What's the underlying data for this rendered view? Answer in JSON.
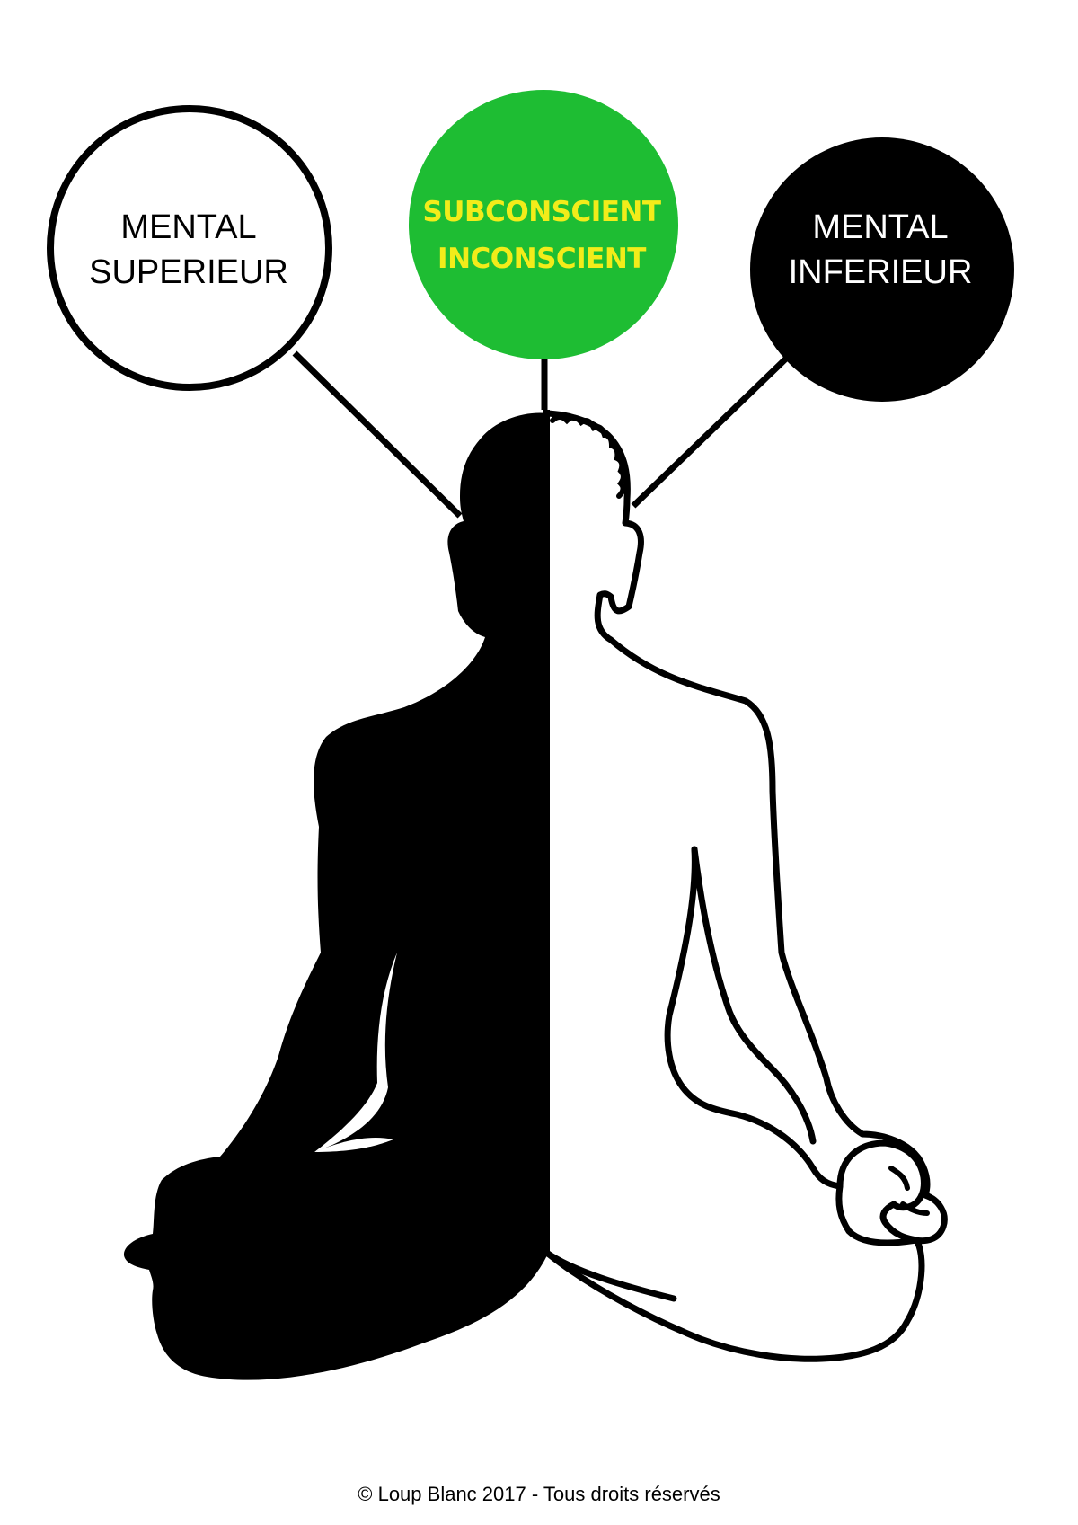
{
  "circles": {
    "superior": {
      "line1": "MENTAL",
      "line2": "SUPERIEUR"
    },
    "subconscious": {
      "line1": "SUBCONSCIENT",
      "line2": "INCONSCIENT"
    },
    "inferior": {
      "line1": "MENTAL",
      "line2": "INFERIEUR"
    }
  },
  "copyright": "© Loup Blanc 2017 - Tous droits réservés",
  "colors": {
    "black": "#000000",
    "white": "#ffffff",
    "green": "#1ebd33",
    "yellow": "#f2ec1a"
  }
}
